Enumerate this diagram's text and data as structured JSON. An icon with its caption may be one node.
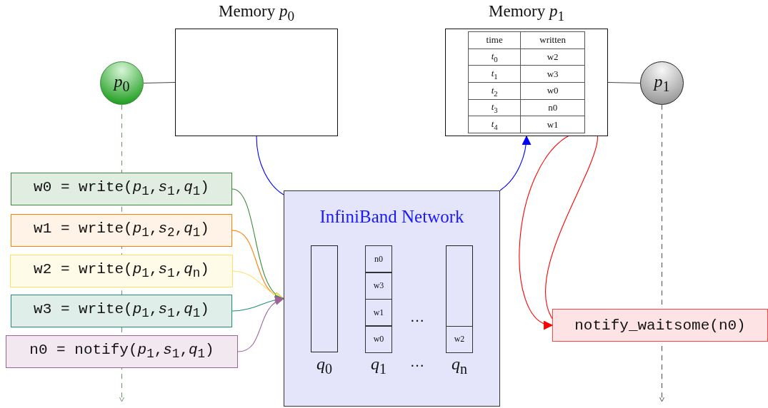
{
  "diagram": {
    "nodes": [
      {
        "text": [
          "Memory *p*$_{0}$"
        ]
      },
      {
        "text": [
          "*p*$_{0}$"
        ]
      },
      {
        "text": [
          "Memory *p*$_{1}$"
        ]
      },
      {
        "text": [
          "time",
          "written",
          "*t*$_{0}$",
          "w2",
          "*t*$_{1}$",
          "w3",
          "*t*$_{2}$",
          "w0",
          "*t*$_{3}$",
          "n0",
          "*t*$_{4}$",
          "w1"
        ],
        "in": 2
      },
      {
        "text": [
          "*p*$_{1}$"
        ]
      },
      {
        "text": [
          "InfiniBand Network"
        ]
      },
      {
        "text": [],
        "shape": "box",
        "beside": [
          "*q*$_{0}$"
        ],
        "in": 5
      },
      {
        "text": [],
        "shape": "box",
        "beside": [
          "*q*$_{1}$"
        ],
        "in": 5
      },
      {
        "text": [
          "n0"
        ],
        "in": 7
      },
      {
        "text": [
          "w3"
        ],
        "in": 7
      },
      {
        "text": [
          "w1"
        ],
        "in": 7
      },
      {
        "text": [
          "w0"
        ],
        "in": 7
      },
      {
        "text": [],
        "shape": "box",
        "beside": [
          "*q*$_{n}$"
        ],
        "in": 5
      },
      {
        "text": [
          "w2"
        ],
        "in": 12
      },
      {
        "text": [
          "w0 = write(*p*$_{1}$,*s*$_{1}$,*q*$_{1}$)"
        ]
      },
      {
        "text": [
          "w1 = write(*p*$_{1}$,*s*$_{2}$,*q*$_{1}$)"
        ]
      },
      {
        "text": [
          "w2 = write(*p*$_{1}$,*s*$_{1}$,*q*$_{n}$)"
        ]
      },
      {
        "text": [
          "w3 = write(*p*$_{1}$,*s*$_{1}$,*q*$_{1}$)"
        ]
      },
      {
        "text": [
          "n0 = notify(*p*$_{1}$,*s*$_{1}$,*q*$_{1}$)"
        ]
      },
      {
        "text": [
          "notify_waitsome(n0)"
        ]
      }
    ],
    "edges": [
      {
        "from": 1,
        "to": 0,
        "arrow": "none"
      },
      {
        "from": 2,
        "to": 4,
        "arrow": "none"
      },
      {
        "from": 0,
        "to": 5,
        "arrow": "none",
        "color": "#0000ff"
      },
      {
        "from": 5,
        "to": 2,
        "arrow": "to",
        "color": "#0000ff"
      },
      {
        "from": 14,
        "to": 5,
        "arrow": "to",
        "color": "#3a8a3a"
      },
      {
        "from": 15,
        "to": 5,
        "arrow": "to",
        "color": "#ff8000"
      },
      {
        "from": 16,
        "to": 5,
        "arrow": "to",
        "color": "#ffe066"
      },
      {
        "from": 17,
        "to": 5,
        "arrow": "to",
        "color": "#1a8f7a"
      },
      {
        "from": 18,
        "to": 5,
        "arrow": "to",
        "color": "#a0609a"
      },
      {
        "from": 19,
        "to": 3,
        "arrow": "to",
        "color": "#ff0000"
      },
      {
        "from": 3,
        "to": 19,
        "arrow": "to",
        "color": "#ff0000"
      },
      {
        "from": 1,
        "to": null,
        "arrow": "to",
        "style": "dashed",
        "color": "#6a9a6a"
      },
      {
        "from": 4,
        "to": null,
        "arrow": "to",
        "style": "dashed",
        "color": "#555555"
      }
    ],
    "labels": [
      "…",
      "…"
    ]
  }
}
